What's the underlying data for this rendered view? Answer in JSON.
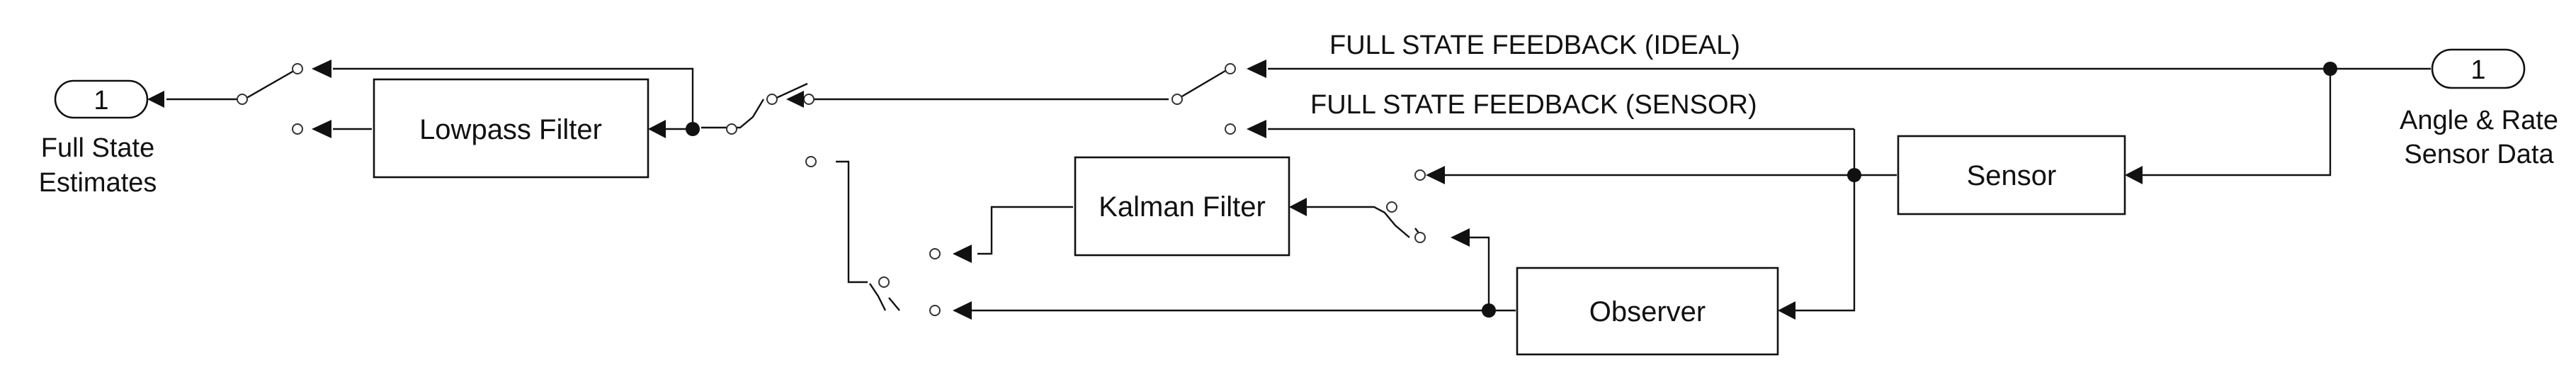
{
  "ports": {
    "output": {
      "number": "1",
      "label_line1": "Full State",
      "label_line2": "Estimates"
    },
    "input": {
      "number": "1",
      "label_line1": "Angle & Rate",
      "label_line2": "Sensor Data"
    }
  },
  "blocks": {
    "lowpass": "Lowpass Filter",
    "kalman": "Kalman Filter",
    "sensor": "Sensor",
    "observer": "Observer"
  },
  "signals": {
    "ideal": "FULL STATE FEEDBACK (IDEAL)",
    "sensor": "FULL STATE FEEDBACK (SENSOR)"
  }
}
